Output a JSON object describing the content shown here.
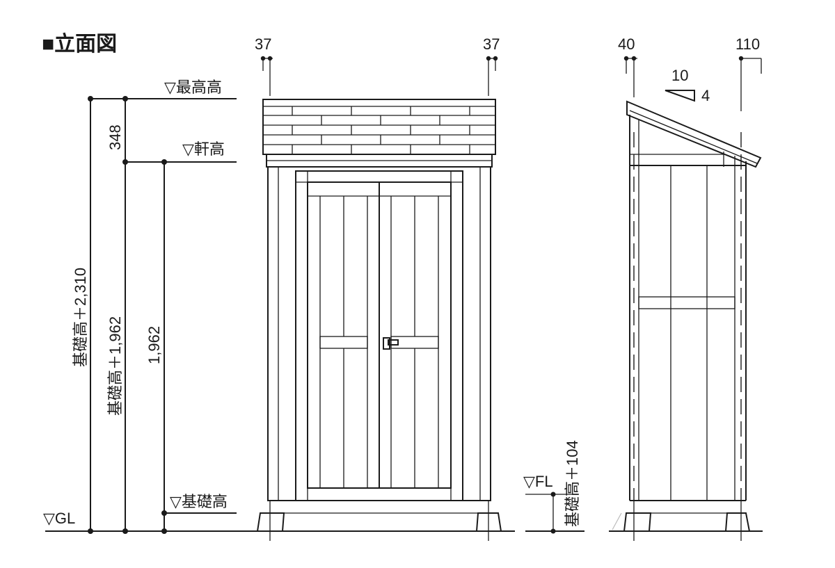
{
  "title": "■立面図",
  "levels": {
    "top": "▽最高高",
    "eave": "▽軒高",
    "foundation": "▽基礎高",
    "gl": "▽GL",
    "fl": "▽FL"
  },
  "dimensions": {
    "roof_height": "348",
    "total_height": "基礎高＋2,310",
    "eave_height": "基礎高＋1,962",
    "wall_height": "1,962",
    "floor_height": "基礎高＋104",
    "front_left_overhang": "37",
    "front_right_overhang": "37",
    "side_front_overhang": "40",
    "side_back_overhang": "110",
    "slope_run": "10",
    "slope_rise": "4"
  },
  "colors": {
    "line": "#1a1a1a",
    "background": "#ffffff"
  }
}
